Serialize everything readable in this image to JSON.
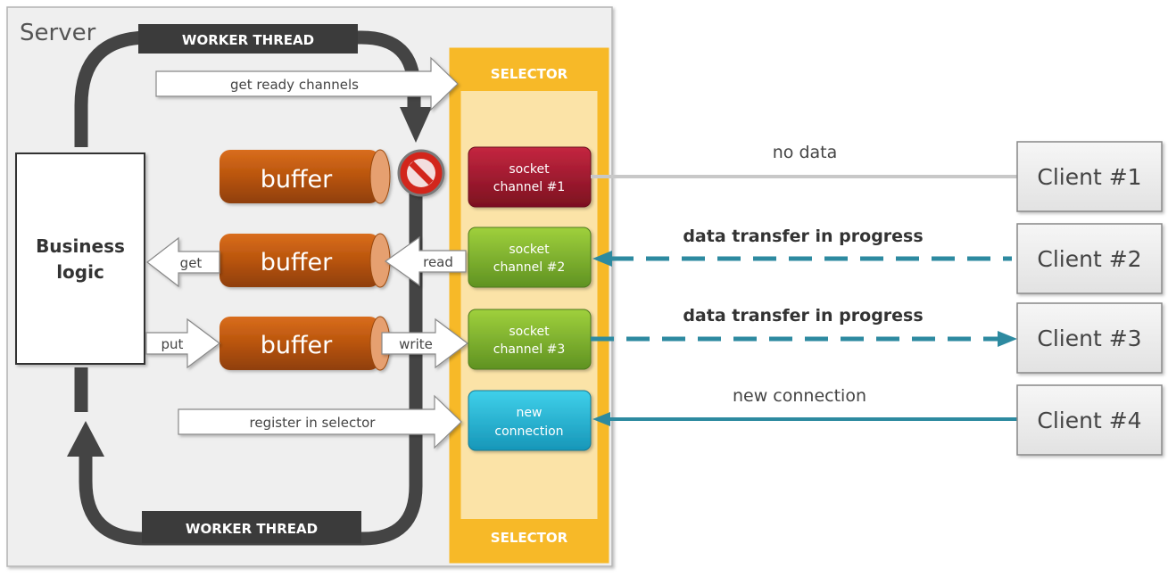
{
  "server": {
    "title": "Server"
  },
  "worker_thread": {
    "top_label": "WORKER THREAD",
    "bottom_label": "WORKER THREAD"
  },
  "selector": {
    "top_label": "SELECTOR",
    "bottom_label": "SELECTOR"
  },
  "business_logic": {
    "line1": "Business",
    "line2": "logic"
  },
  "buffers": [
    {
      "label": "buffer"
    },
    {
      "label": "buffer"
    },
    {
      "label": "buffer"
    }
  ],
  "arrows": {
    "get_ready": "get ready channels",
    "get": "get",
    "read": "read",
    "put": "put",
    "write": "write",
    "register": "register in selector"
  },
  "channels": [
    {
      "line1": "socket",
      "line2": "channel #1",
      "color": "#a3162c"
    },
    {
      "line1": "socket",
      "line2": "channel #2",
      "color": "#7db02c"
    },
    {
      "line1": "socket",
      "line2": "channel #3",
      "color": "#7db02c"
    },
    {
      "line1": "new",
      "line2": "connection",
      "color": "#22b6d4"
    }
  ],
  "links": {
    "no_data": "no data",
    "transfer_2": "data transfer in progress",
    "transfer_3": "data transfer in progress",
    "new_connection": "new connection"
  },
  "clients": [
    {
      "label": "Client #1"
    },
    {
      "label": "Client #2"
    },
    {
      "label": "Client #3"
    },
    {
      "label": "Client #4"
    }
  ],
  "colors": {
    "worker_loop": "#444444",
    "selector_fill": "#fbe3a7",
    "selector_border": "#f7b928",
    "buffer": "#c05a0e",
    "link_teal": "#2d8aa0",
    "link_gray": "#c8c8c8",
    "stop_sign": "#d2261f"
  }
}
